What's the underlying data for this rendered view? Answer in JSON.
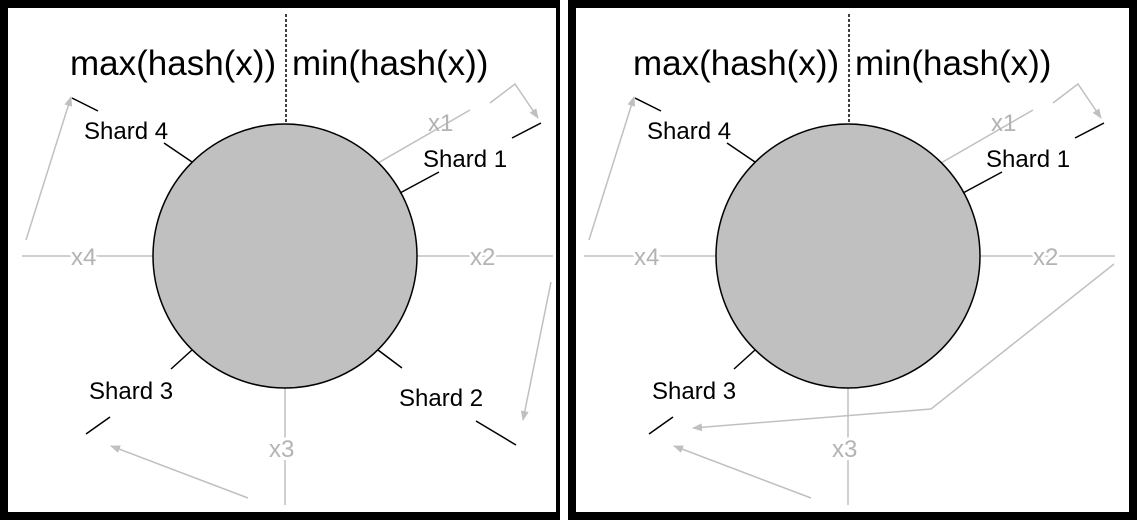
{
  "colors": {
    "frame": "#000000",
    "ring_fill": "#c0c0c0",
    "ring_stroke": "#000000",
    "key_line": "#c0c0c0",
    "key_text": "#b3b3b3",
    "arrow": "#c0c0c0",
    "label_text": "#000000"
  },
  "panels": [
    {
      "max_label": "max(hash(x))",
      "min_label": "min(hash(x))",
      "shards": [
        "Shard 4",
        "Shard 1",
        "Shard 3",
        "Shard 2"
      ],
      "keys": [
        "x1",
        "x2",
        "x3",
        "x4"
      ]
    },
    {
      "max_label": "max(hash(x))",
      "min_label": "min(hash(x))",
      "shards": [
        "Shard 4",
        "Shard 1",
        "Shard 3"
      ],
      "keys": [
        "x1",
        "x2",
        "x3",
        "x4"
      ]
    }
  ]
}
